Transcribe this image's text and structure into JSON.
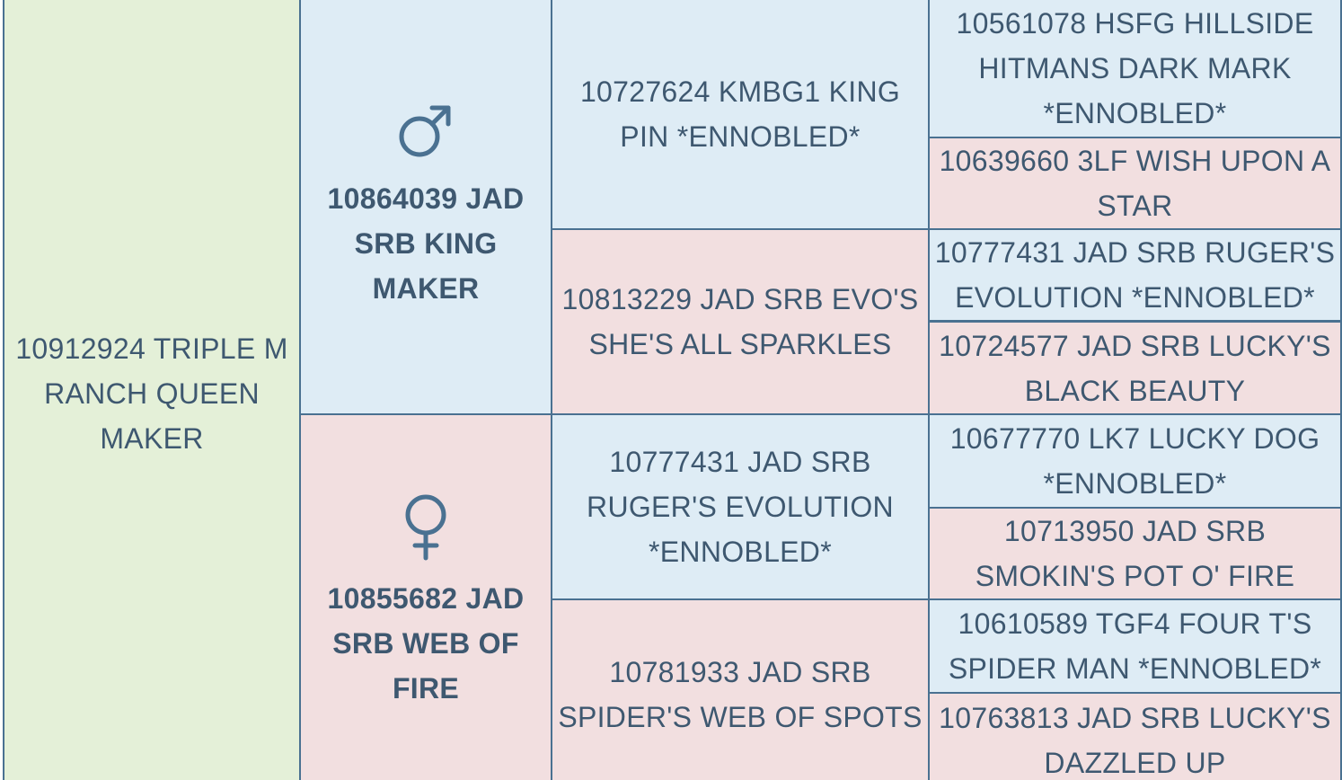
{
  "subject": {
    "name": "10912924 TRIPLE M RANCH QUEEN MAKER"
  },
  "sire": {
    "name": "10864039 JAD SRB KING MAKER",
    "icon": "male-symbol-icon",
    "sire": {
      "name": "10727624 KMBG1 KING PIN *ENNOBLED*",
      "sire": {
        "name": "10561078 HSFG HILLSIDE HITMANS DARK MARK *ENNOBLED*"
      },
      "dam": {
        "name": "10639660 3LF WISH UPON A STAR"
      }
    },
    "dam": {
      "name": "10813229 JAD SRB EVO'S SHE'S ALL SPARKLES",
      "sire": {
        "name": "10777431 JAD SRB RUGER'S EVOLUTION *ENNOBLED*"
      },
      "dam": {
        "name": "10724577 JAD SRB LUCKY'S BLACK BEAUTY"
      }
    }
  },
  "dam": {
    "name": "10855682 JAD SRB WEB OF FIRE",
    "icon": "female-symbol-icon",
    "sire": {
      "name": "10777431 JAD SRB RUGER'S EVOLUTION *ENNOBLED*",
      "sire": {
        "name": "10677770 LK7 LUCKY DOG *ENNOBLED*"
      },
      "dam": {
        "name": "10713950 JAD SRB SMOKIN'S POT O' FIRE"
      }
    },
    "dam": {
      "name": "10781933 JAD SRB SPIDER'S WEB OF SPOTS",
      "sire": {
        "name": "10610589 TGF4 FOUR T'S SPIDER MAN *ENNOBLED*"
      },
      "dam": {
        "name": "10763813 JAD SRB LUCKY'S DAZZLED UP"
      }
    }
  },
  "colors": {
    "subject_bg": "#e4f0d8",
    "male_bg": "#deecf5",
    "female_bg": "#f2dfe0",
    "border": "#4a7191",
    "text": "#3e5870",
    "symbol": "#4a7191"
  }
}
